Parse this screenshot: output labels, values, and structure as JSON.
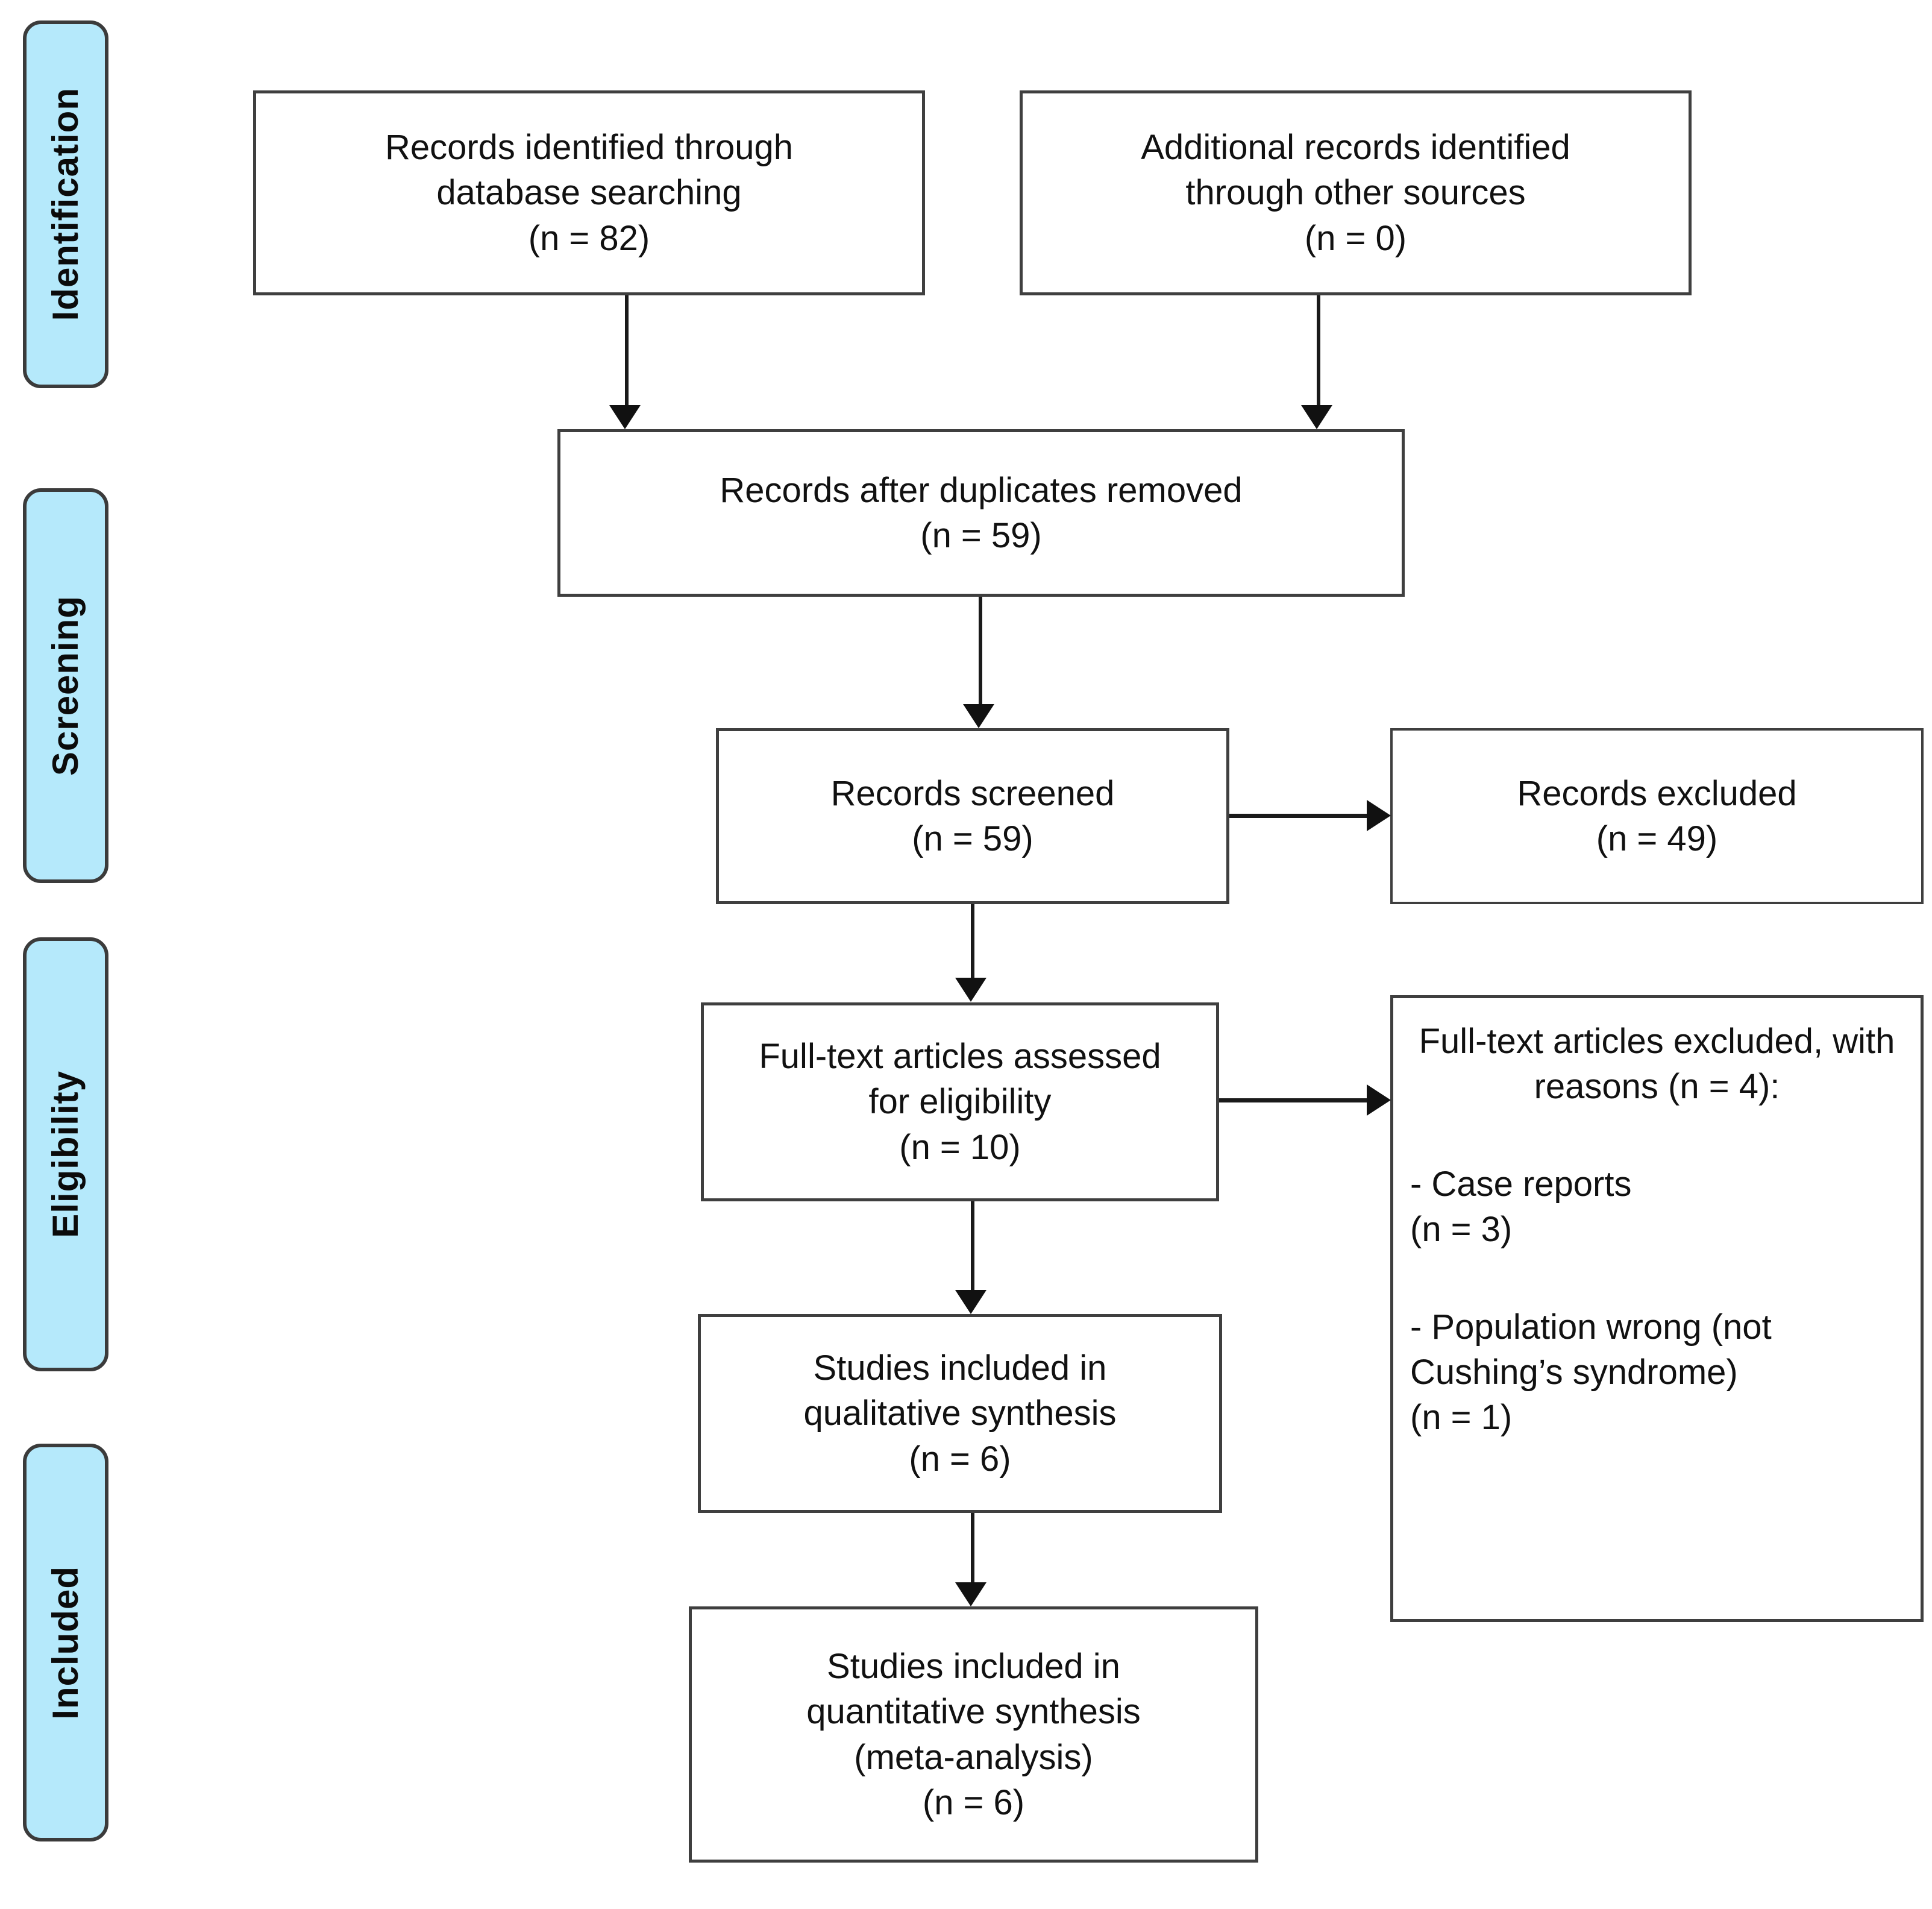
{
  "diagram": {
    "type": "prisma-flow-diagram",
    "stages": [
      {
        "id": "identification",
        "label": "Identification"
      },
      {
        "id": "screening",
        "label": "Screening"
      },
      {
        "id": "eligibility",
        "label": "Eligibility"
      },
      {
        "id": "included",
        "label": "Included"
      }
    ],
    "colors": {
      "stage_fill": "#b5e9fb",
      "stage_border": "#3b3b3b",
      "box_border": "#3f3f3f",
      "connector": "#1a1a1a",
      "text": "#111111",
      "background": "#ffffff"
    },
    "boxes": {
      "db_search": {
        "lines": [
          "Records identified through",
          "database searching",
          "(n = 82)"
        ]
      },
      "other_sources": {
        "lines": [
          "Additional records identified",
          "through other sources",
          "(n = 0)"
        ]
      },
      "duplicates_removed": {
        "lines": [
          "Records after duplicates removed",
          "(n = 59)"
        ]
      },
      "records_screened": {
        "lines": [
          "Records screened",
          "(n = 59)"
        ]
      },
      "records_excluded": {
        "lines": [
          "Records excluded",
          "(n = 49)"
        ]
      },
      "fulltext_assessed": {
        "lines": [
          "Full-text articles assessed",
          "for eligibility",
          "(n = 10)"
        ]
      },
      "fulltext_excluded": {
        "header_lines": [
          "Full-text articles",
          "excluded, with reasons",
          "(n = 4):"
        ],
        "reason_1_lines": [
          "- Case reports",
          "(n = 3)"
        ],
        "reason_2_lines": [
          "- Population wrong (not",
          "Cushing’s syndrome)",
          "(n = 1)"
        ]
      },
      "qualitative_synthesis": {
        "lines": [
          "Studies included in",
          "qualitative synthesis",
          "(n = 6)"
        ]
      },
      "quantitative_synthesis": {
        "lines": [
          "Studies included in",
          "quantitative synthesis",
          "(meta-analysis)",
          "(n = 6)"
        ]
      }
    }
  }
}
